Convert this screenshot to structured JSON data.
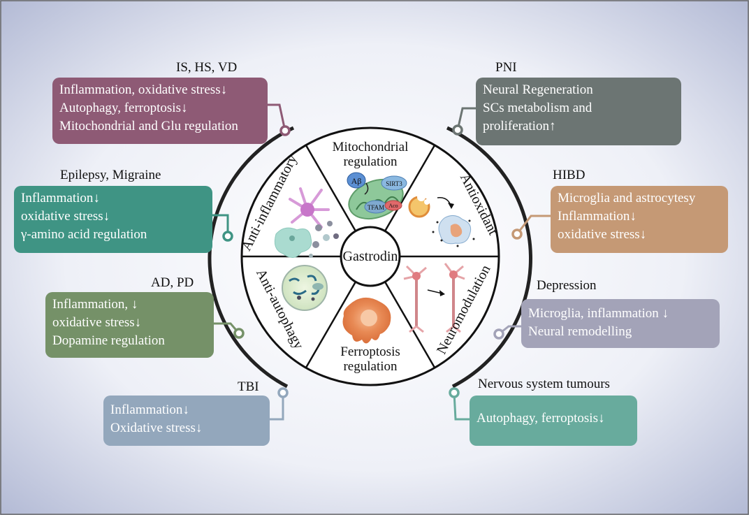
{
  "center": "Gastrodin",
  "segments": {
    "mitochondrial": [
      "Mitochondrial",
      "regulation"
    ],
    "antioxidant": "Antioxidant",
    "neuromodulation": "Neuromodulation",
    "ferroptosis": [
      "Ferroptosis",
      "regulation"
    ],
    "anti_autophagy": "Anti-autophagy",
    "anti_inflammatory": "Anti-inflammatory"
  },
  "mito_labels": {
    "abeta": "Aβ",
    "sirt3": "SIRT3",
    "tfam": "TFAM",
    "aco": "Aco"
  },
  "left": [
    {
      "title": "IS, HS, VD",
      "lines": [
        "Inflammation, oxidative stress↓",
        "Autophagy, ferroptosis↓",
        "Mitochondrial and Glu regulation"
      ],
      "color": "#8e5a75"
    },
    {
      "title": "Epilepsy, Migraine",
      "lines": [
        "Inflammation↓",
        "oxidative stress↓",
        "γ-amino acid regulation"
      ],
      "color": "#3f9484"
    },
    {
      "title": "AD, PD",
      "lines": [
        "Inflammation, ↓",
        "oxidative stress↓",
        "Dopamine regulation"
      ],
      "color": "#759168"
    },
    {
      "title": "TBI",
      "lines": [
        "Inflammation↓",
        "Oxidative stress↓"
      ],
      "color": "#93a7bc"
    }
  ],
  "right": [
    {
      "title": "PNI",
      "lines": [
        "Neural Regeneration",
        "SCs metabolism and",
        "proliferation↑"
      ],
      "color": "#6c7573"
    },
    {
      "title": "HIBD",
      "lines": [
        "Microglia and astrocytesy",
        "Inflammation↓",
        "oxidative stress↓"
      ],
      "color": "#c59975"
    },
    {
      "title": "Depression",
      "lines": [
        "Microglia, inflammation ↓",
        "Neural remodelling"
      ],
      "color": "#a3a3b8"
    },
    {
      "title": "Nervous system tumours",
      "lines": [
        "Autophagy, ferroptosis↓"
      ],
      "color": "#68ab9d"
    }
  ]
}
